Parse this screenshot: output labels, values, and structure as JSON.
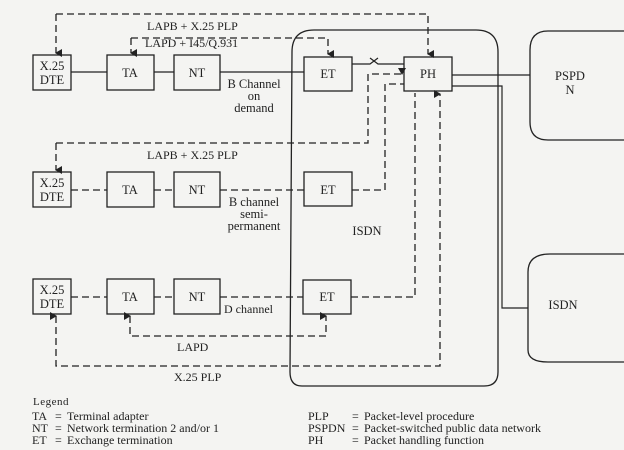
{
  "diagram": {
    "nodes": {
      "dte": [
        "X.25",
        "DTE"
      ],
      "ta": "TA",
      "nt": "NT",
      "et": "ET",
      "ph": "PH",
      "pspdn": [
        "PSPD",
        "N"
      ],
      "isdn_cloud": "ISDN",
      "isdn_region": "ISDN"
    },
    "rows": [
      {
        "channel_label": [
          "B Channel",
          "on",
          "demand"
        ],
        "upper_protocol": "LAPB + X.25 PLP",
        "lower_protocol": "LAPD + I45/Q.931"
      },
      {
        "channel_label": [
          "B channel",
          "semi-",
          "permanent"
        ],
        "upper_protocol": "LAPB + X.25 PLP"
      },
      {
        "channel_label": [
          "D channel"
        ],
        "lower_protocol": "LAPD",
        "bottom_protocol": "X.25 PLP"
      }
    ]
  },
  "legend": {
    "title": "Legend",
    "left": [
      {
        "abbr": "TA",
        "sep": "=",
        "meaning": "Terminal adapter"
      },
      {
        "abbr": "NT",
        "sep": "=",
        "meaning": "Network termination 2 and/or 1"
      },
      {
        "abbr": "ET",
        "sep": "=",
        "meaning": "Exchange termination"
      }
    ],
    "right": [
      {
        "abbr": "PLP",
        "sep": "=",
        "meaning": "Packet-level procedure"
      },
      {
        "abbr": "PSPDN",
        "sep": "=",
        "meaning": "Packet-switched public data network"
      },
      {
        "abbr": "PH",
        "sep": "=",
        "meaning": "Packet handling function"
      }
    ]
  }
}
